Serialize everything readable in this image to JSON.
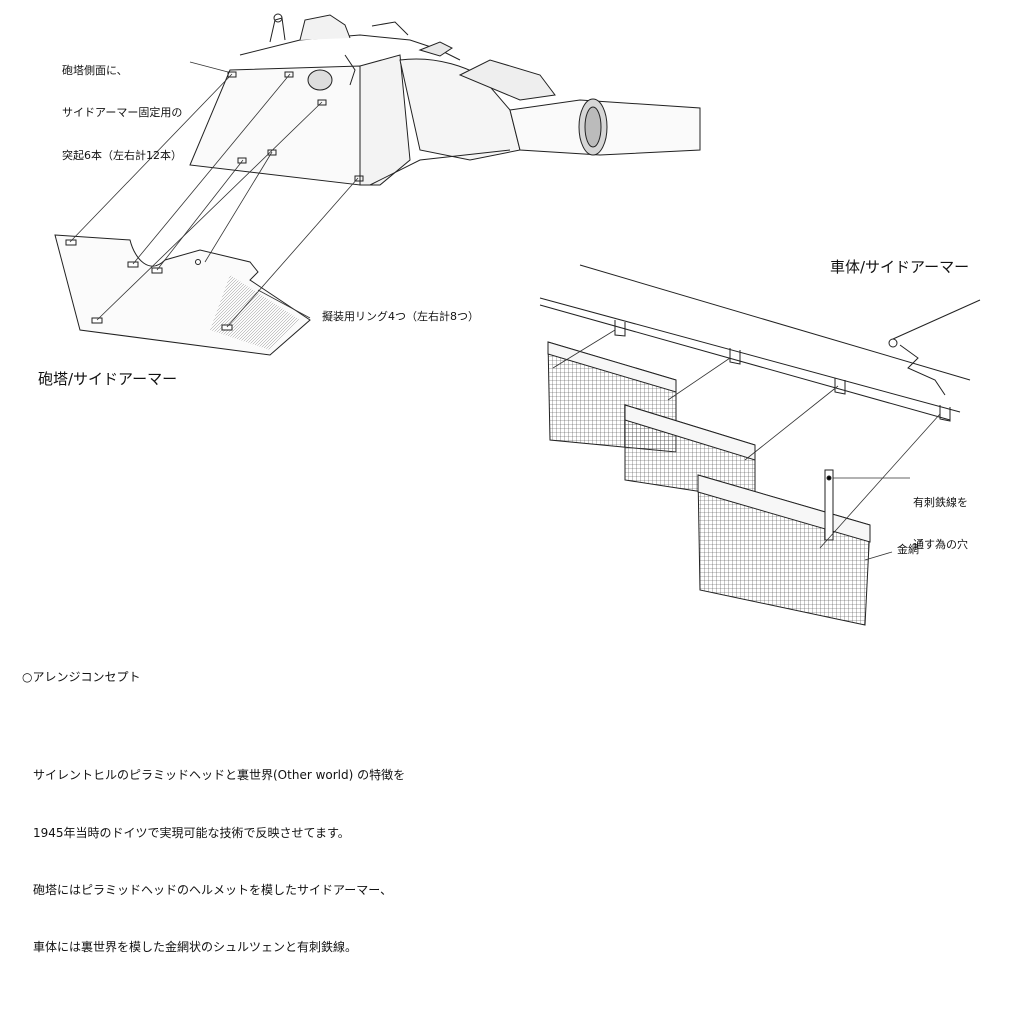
{
  "labels": {
    "turret_bosses": [
      "砲塔側面に、",
      "サイドアーマー固定用の",
      "突起6本（左右計12本）"
    ],
    "rings": "擬装用リング4つ（左右計8つ）",
    "turret_title": "砲塔/サイドアーマー",
    "hull_title": "車体/サイドアーマー",
    "wire_hole": [
      "有刺鉄線を",
      "通す為の穴"
    ],
    "mesh": "金網"
  },
  "concept": {
    "heading": "○アレンジコンセプト",
    "lines": [
      "サイレントヒルのピラミッドヘッドと裏世界(Other world) の特徴を",
      "1945年当時のドイツで実現可能な技術で反映させてます。",
      "砲塔にはピラミッドヘッドのヘルメットを模したサイドアーマー、",
      "車体には裏世界を模した金網状のシュルツェンと有刺鉄線。"
    ]
  }
}
